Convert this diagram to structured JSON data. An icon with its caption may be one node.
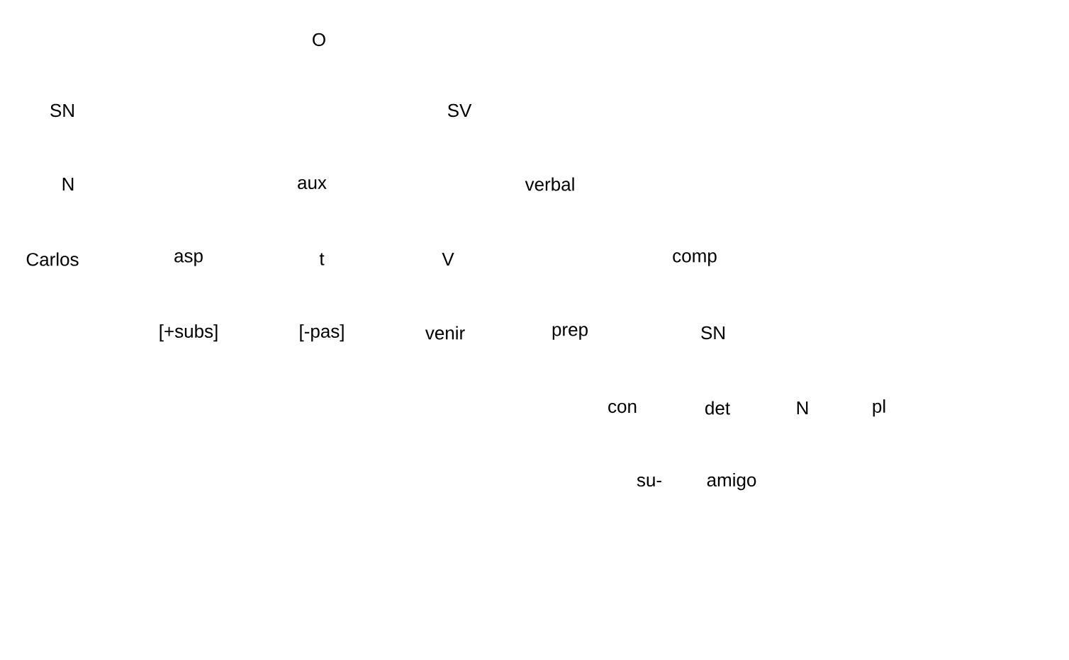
{
  "diagram": {
    "labels": [
      "O",
      "SN",
      "SV",
      "N",
      "aux",
      "verbal",
      "Carlos",
      "asp",
      "t",
      "V",
      "comp",
      "[+subs]",
      "[-pas]",
      "venir",
      "prep",
      "SN",
      "con",
      "det",
      "N",
      "pl",
      "su-",
      "amigo"
    ]
  }
}
